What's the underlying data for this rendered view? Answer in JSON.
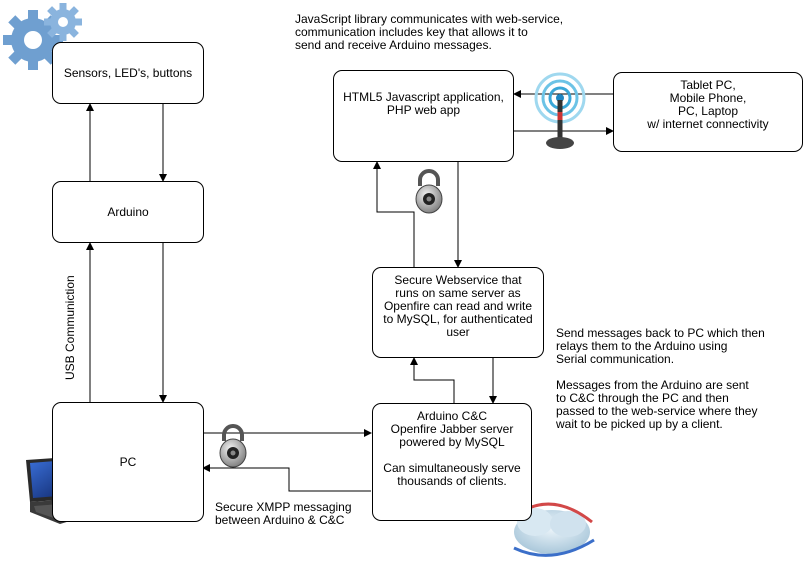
{
  "notes": {
    "js_library": [
      "JavaScript library communicates with web-service,",
      "communication includes key that allows it to",
      "send and receive Arduino messages."
    ],
    "send_back": [
      "Send messages back to PC which then",
      "relays them to the Arduino using",
      "Serial communication.",
      "",
      "Messages from the Arduino are sent",
      "to C&C through the PC and then",
      "passed to the web-service where they",
      "wait to be picked up by a client."
    ],
    "xmpp": [
      "Secure XMPP messaging",
      "between Arduino & C&C"
    ],
    "usb": "USB Communiction"
  },
  "boxes": {
    "sensors": [
      "Sensors, LED's, buttons"
    ],
    "arduino": [
      "Arduino"
    ],
    "pc": [
      "PC"
    ],
    "html5": [
      "HTML5 Javascript application,",
      "PHP web app"
    ],
    "devices": [
      "Tablet PC,",
      "Mobile Phone,",
      "PC, Laptop",
      "w/ internet connectivity"
    ],
    "webservice": [
      "Secure Webservice that",
      "runs on same server as",
      "Openfire can read and write",
      "to MySQL, for authenticated",
      "user"
    ],
    "cnc": [
      "Arduino C&C",
      "Openfire Jabber server",
      "powered by MySQL",
      "",
      "Can simultaneously serve",
      "thousands of clients."
    ]
  },
  "icons": [
    "gears-icon",
    "laptop-icon",
    "wireless-antenna-icon",
    "padlock-icon",
    "padlock-icon",
    "server-cloud-icon"
  ]
}
